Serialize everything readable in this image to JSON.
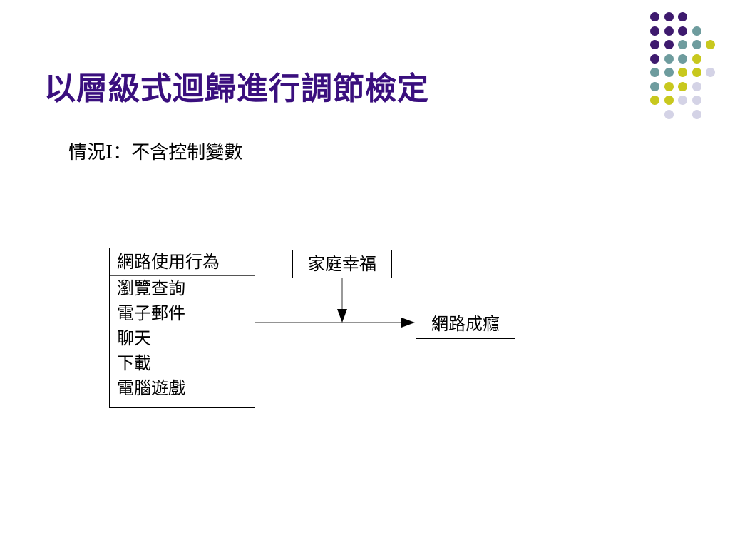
{
  "slide": {
    "title": "以層級式迴歸進行調節檢定",
    "subtitle": "情況I：不含控制變數"
  },
  "diagram": {
    "predictor": {
      "header": "網路使用行為",
      "items": [
        "瀏覽查詢",
        "電子郵件",
        "聊天",
        "下載",
        "電腦遊戲"
      ]
    },
    "moderator": {
      "label": "家庭幸福"
    },
    "outcome": {
      "label": "網路成癮"
    }
  },
  "colors": {
    "title": "#3a0f7e",
    "dot_purple": "#3e1a6e",
    "dot_teal": "#6e9c9e",
    "dot_yellow": "#c8c81e",
    "dot_lavender": "#d4d3e6"
  }
}
